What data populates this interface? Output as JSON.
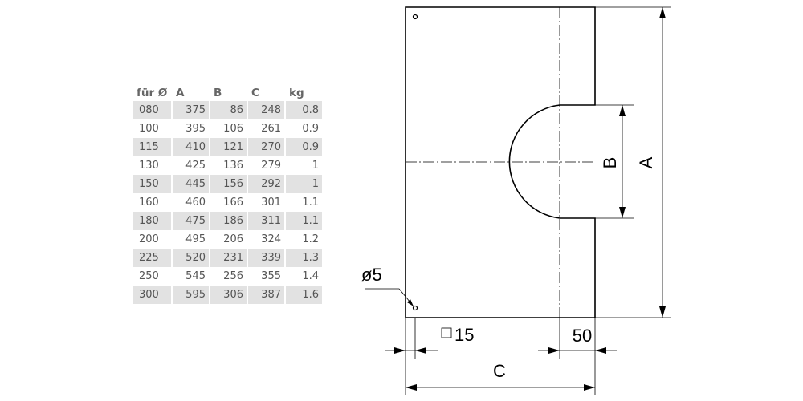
{
  "table": {
    "headers": [
      "für Ø",
      "A",
      "B",
      "C",
      "kg"
    ],
    "rows": [
      [
        "080",
        "375",
        "86",
        "248",
        "0.8"
      ],
      [
        "100",
        "395",
        "106",
        "261",
        "0.9"
      ],
      [
        "115",
        "410",
        "121",
        "270",
        "0.9"
      ],
      [
        "130",
        "425",
        "136",
        "279",
        "1"
      ],
      [
        "150",
        "445",
        "156",
        "292",
        "1"
      ],
      [
        "160",
        "460",
        "166",
        "301",
        "1.1"
      ],
      [
        "180",
        "475",
        "186",
        "311",
        "1.1"
      ],
      [
        "200",
        "495",
        "206",
        "324",
        "1.2"
      ],
      [
        "225",
        "520",
        "231",
        "339",
        "1.3"
      ],
      [
        "250",
        "545",
        "256",
        "355",
        "1.4"
      ],
      [
        "300",
        "595",
        "306",
        "387",
        "1.6"
      ]
    ]
  },
  "drawing": {
    "label_a": "A",
    "label_b": "B",
    "label_c": "C",
    "label_50": "50",
    "label_15": "15",
    "label_hole": "ø5"
  }
}
